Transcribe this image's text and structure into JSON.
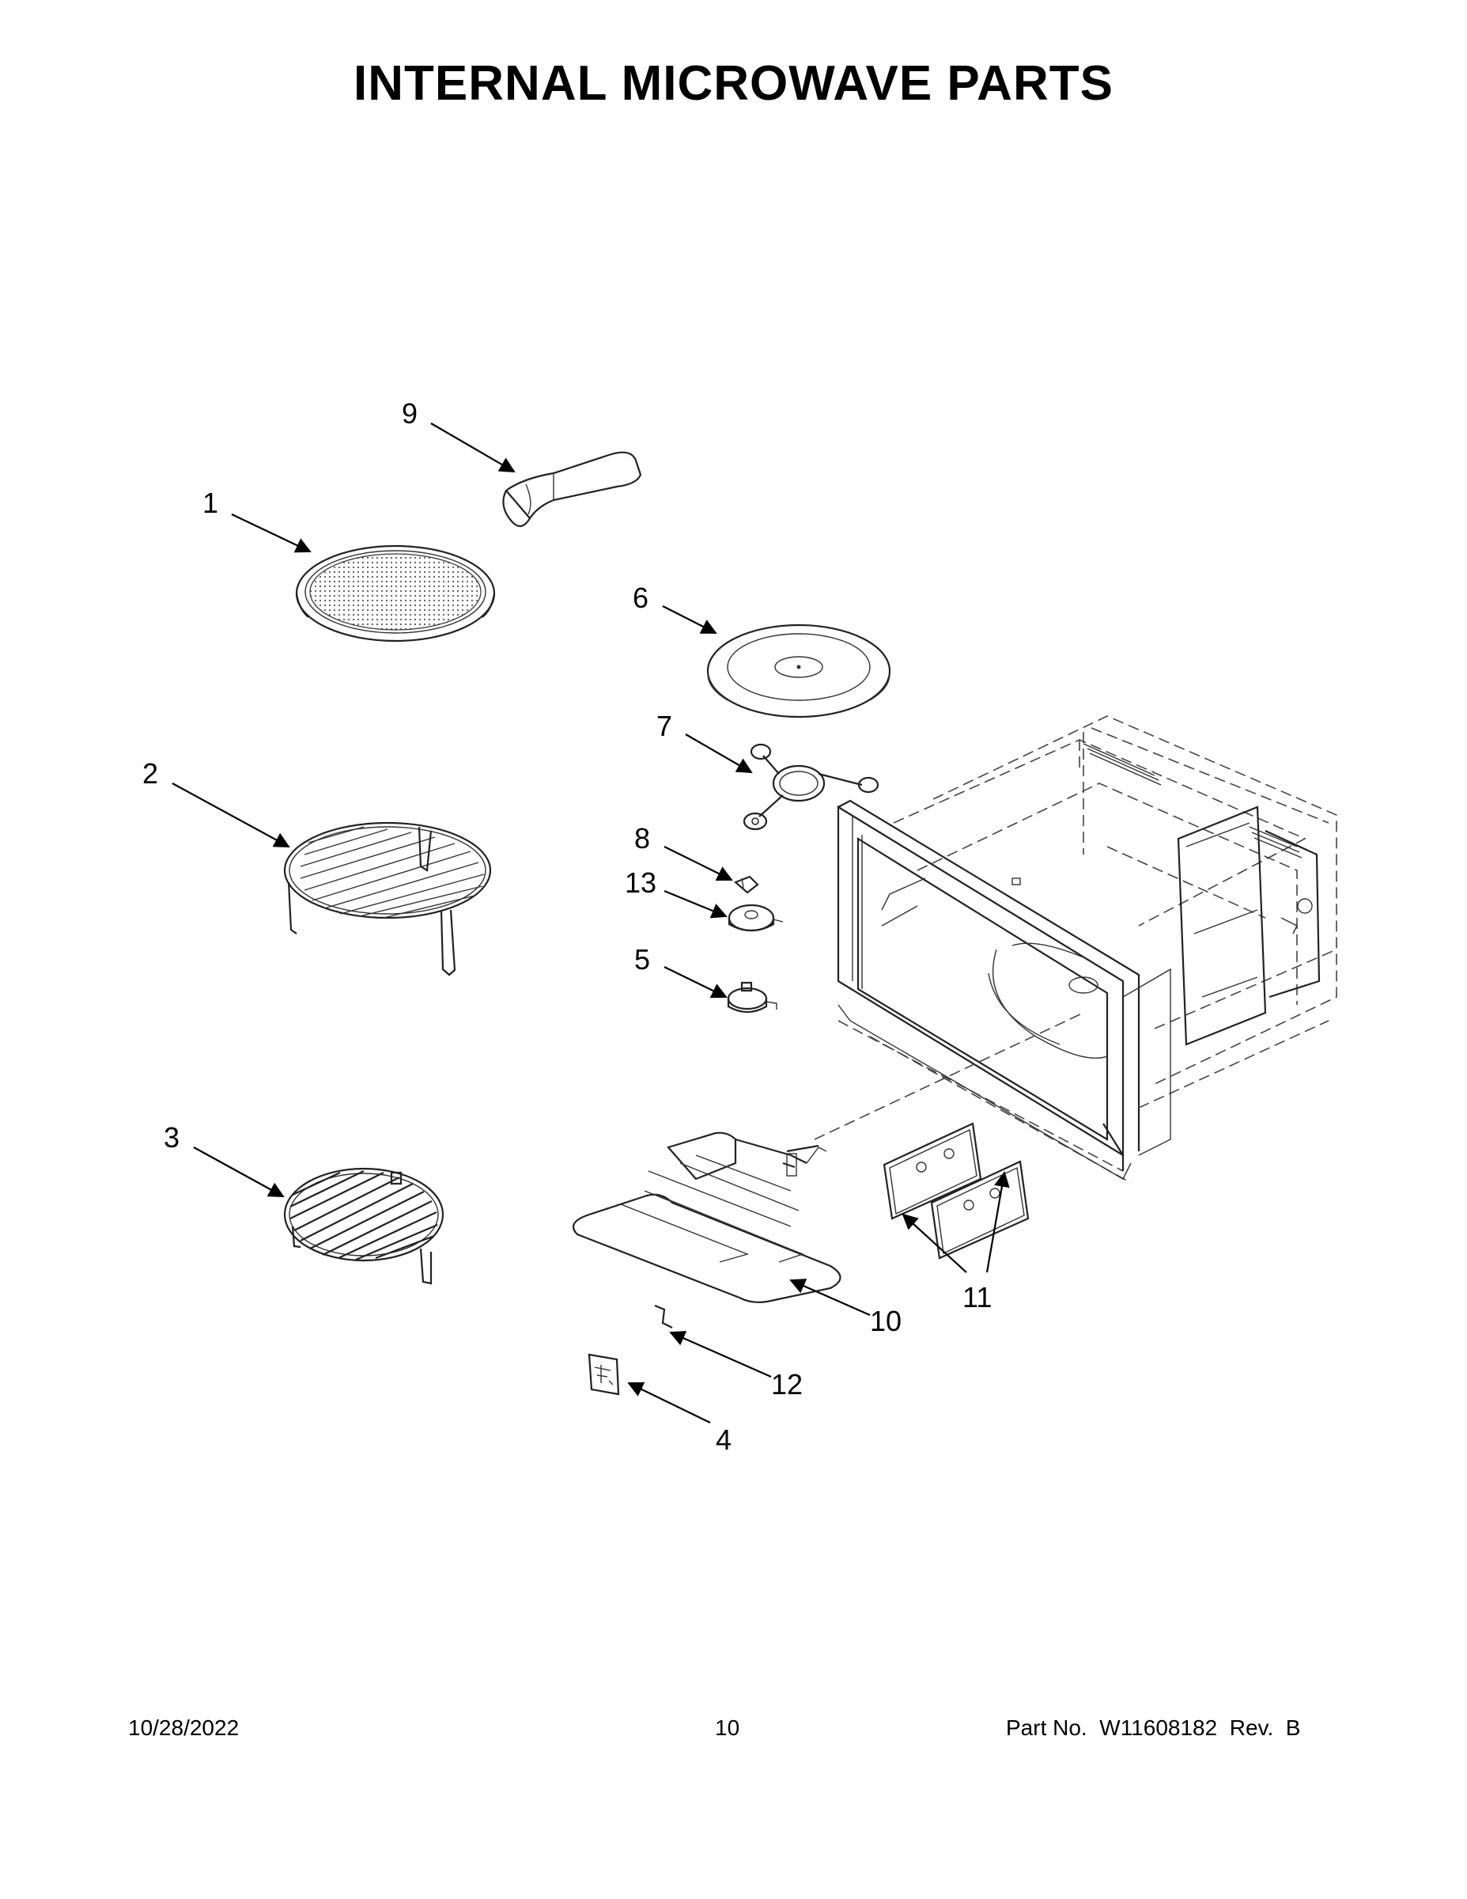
{
  "title": "INTERNAL MICROWAVE PARTS",
  "callouts": {
    "c1": "1",
    "c2": "2",
    "c3": "3",
    "c4": "4",
    "c5": "5",
    "c6": "6",
    "c7": "7",
    "c8": "8",
    "c9": "9",
    "c10": "10",
    "c11": "11",
    "c12": "12",
    "c13": "13"
  },
  "footer": {
    "date": "10/28/2022",
    "page": "10",
    "part_no": "Part No.  W11608182  Rev.  B"
  }
}
